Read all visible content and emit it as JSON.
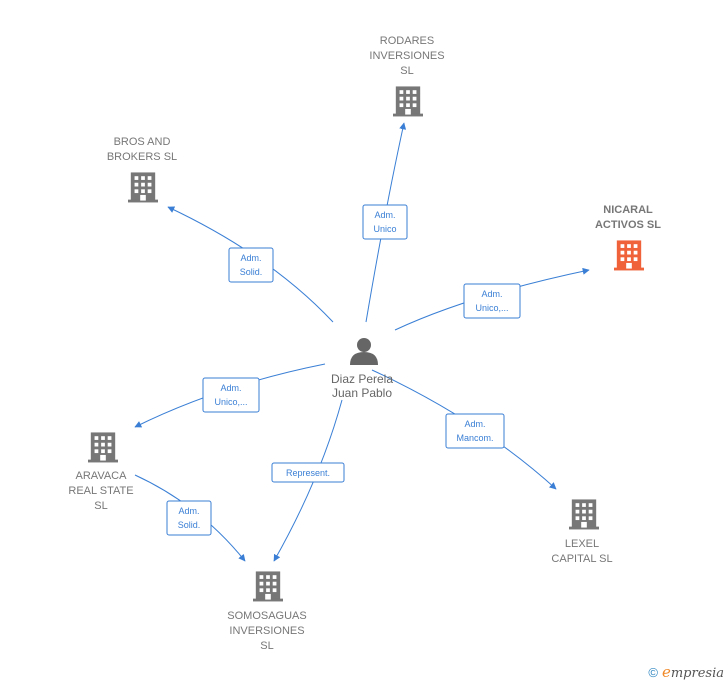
{
  "person": {
    "name_line1": "Diaz Perela",
    "name_line2": "Juan Pablo",
    "icon": "person-icon"
  },
  "companies": [
    {
      "id": "rodares",
      "lines": [
        "RODARES",
        "INVERSIONES",
        "SL"
      ],
      "color": "#777777",
      "icon": "building-icon"
    },
    {
      "id": "bros",
      "lines": [
        "BROS AND",
        "BROKERS  SL"
      ],
      "color": "#777777",
      "icon": "building-icon"
    },
    {
      "id": "nicaral",
      "lines": [
        "NICARAL",
        "ACTIVOS  SL"
      ],
      "color": "#f0623a",
      "icon": "building-icon"
    },
    {
      "id": "aravaca",
      "lines": [
        "ARAVACA",
        "REAL STATE",
        "SL"
      ],
      "color": "#777777",
      "icon": "building-icon"
    },
    {
      "id": "lexel",
      "lines": [
        "LEXEL",
        "CAPITAL  SL"
      ],
      "color": "#777777",
      "icon": "building-icon"
    },
    {
      "id": "somosaguas",
      "lines": [
        "SOMOSAGUAS",
        "INVERSIONES",
        "SL"
      ],
      "color": "#777777",
      "icon": "building-icon"
    }
  ],
  "edges": [
    {
      "id": "e-rodares",
      "lines": [
        "Adm.",
        "Unico"
      ]
    },
    {
      "id": "e-bros",
      "lines": [
        "Adm.",
        "Solid."
      ]
    },
    {
      "id": "e-nicaral",
      "lines": [
        "Adm.",
        "Unico,..."
      ]
    },
    {
      "id": "e-aravaca",
      "lines": [
        "Adm.",
        "Unico,..."
      ]
    },
    {
      "id": "e-lexel",
      "lines": [
        "Adm.",
        "Mancom."
      ]
    },
    {
      "id": "e-somos",
      "lines": [
        "Represent."
      ]
    },
    {
      "id": "e-ara-somos",
      "lines": [
        "Adm.",
        "Solid."
      ]
    }
  ],
  "footer": {
    "copyright": "©",
    "brand_e": "e",
    "brand_rest": "mpresia"
  }
}
